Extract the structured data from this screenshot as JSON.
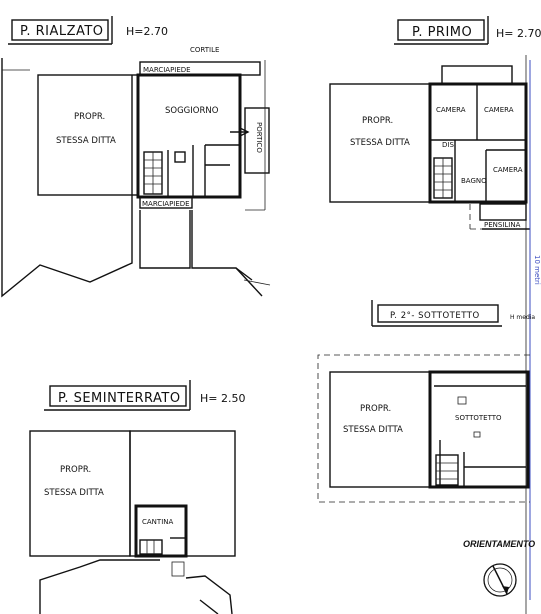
{
  "floors": {
    "rialzato": {
      "title": "P. RIALZATO",
      "height": "H=2.70",
      "cortile": "CORTILE",
      "marciapiede_top": "MARCIAPIEDE",
      "marciapiede_bottom": "MARCIAPIEDE",
      "propr_line1": "PROPR.",
      "propr_line2": "STESSA DITTA",
      "soggiorno": "SOGGIORNO",
      "portico": "PORTICO"
    },
    "primo": {
      "title": "P. PRIMO",
      "height": "H= 2.70",
      "propr_line1": "PROPR.",
      "propr_line2": "STESSA DITTA",
      "camera1": "CAMERA",
      "camera2": "CAMERA",
      "camera3": "CAMERA",
      "dis": "DIS.",
      "bagno": "BAGNO",
      "pensilina": "PENSILINA"
    },
    "sottotetto": {
      "title": "P. 2°- SOTTOTETTO",
      "height": "H media",
      "propr_line1": "PROPR.",
      "propr_line2": "STESSA DITTA",
      "room": "SOTTOTETTO"
    },
    "seminterrato": {
      "title": "P. SEMINTERRATO",
      "height": "H= 2.50",
      "propr_line1": "PROPR.",
      "propr_line2": "STESSA DITTA",
      "cantina": "CANTINA"
    }
  },
  "orientation_label": "ORIENTAMENTO",
  "scale_note": "10 metri",
  "colors": {
    "ink": "#111111",
    "blue_line": "#3b4cc0"
  }
}
